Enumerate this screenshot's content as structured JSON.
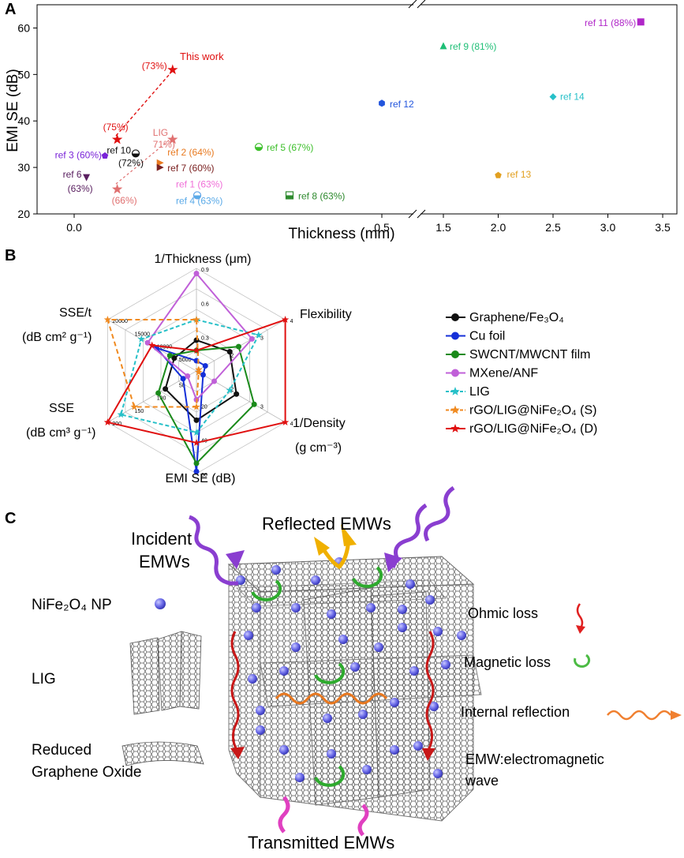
{
  "panels": {
    "a": "A",
    "b": "B",
    "c": "C"
  },
  "chart_data": [
    {
      "type": "scatter",
      "xlabel": "Thickness (mm)",
      "ylabel": "EMI SE (dB)",
      "ylim": [
        20,
        65
      ],
      "y_ticks": [
        "20",
        "30",
        "40",
        "50",
        "60"
      ],
      "x_ticks_left": [
        "0.0",
        "0.5"
      ],
      "x_ticks_right": [
        "1.5",
        "2.0",
        "2.5",
        "3.0",
        "3.5"
      ],
      "x_break": true,
      "points": [
        {
          "label": "ref 11 (88%)",
          "x": 3.3,
          "y": 61.3,
          "color": "#b026c8",
          "marker": "square"
        },
        {
          "label": "ref 9 (81%)",
          "x": 1.5,
          "y": 56.2,
          "color": "#1fbf76",
          "marker": "triangle"
        },
        {
          "label": "ref 14",
          "x": 2.5,
          "y": 45.2,
          "color": "#27c0c8",
          "marker": "diamond"
        },
        {
          "label": "ref 12",
          "x": 0.5,
          "y": 43.8,
          "color": "#2255dd",
          "marker": "hexagon"
        },
        {
          "label": "ref 13",
          "x": 2.0,
          "y": 28.3,
          "color": "#e2a020",
          "marker": "pentagon"
        },
        {
          "label": "ref 5 (67%)",
          "x": 0.3,
          "y": 34.4,
          "color": "#3cbf2a",
          "marker": "half-circle"
        },
        {
          "label": "ref 8 (63%)",
          "x": 0.35,
          "y": 24.0,
          "color": "#2e8a2e",
          "marker": "half-square"
        },
        {
          "label": "ref 3 (60%)",
          "x": 0.05,
          "y": 32.5,
          "color": "#7a24d8",
          "marker": "pentagon"
        },
        {
          "label": "ref 6",
          "sublabel": "(63%)",
          "x": 0.02,
          "y": 27.8,
          "color": "#5a2060",
          "marker": "triangle-down"
        },
        {
          "label": "ref 10",
          "sublabel": "(72%)",
          "x": 0.1,
          "y": 33.0,
          "color": "#111111",
          "marker": "half-circle"
        },
        {
          "label": "ref 2 (64%)",
          "x": 0.14,
          "y": 31.0,
          "color": "#e87a20",
          "marker": "triangle-right"
        },
        {
          "label": "ref 7 (60%)",
          "x": 0.14,
          "y": 30.0,
          "color": "#7a2020",
          "marker": "triangle-right"
        },
        {
          "label": "ref 1 (63%)",
          "x": 0.2,
          "y": 24.0,
          "color": "#f070d8",
          "marker": "half-circle"
        },
        {
          "label": "ref 4 (63%)",
          "x": 0.2,
          "y": 24.0,
          "color": "#5aaae8",
          "marker": "half-circle"
        },
        {
          "label": "LIG",
          "sublabel": "71%)",
          "x": 0.16,
          "y": 36.0,
          "color": "#e07070",
          "marker": "star"
        },
        {
          "label": "(66%)",
          "x": 0.07,
          "y": 25.3,
          "color": "#e07070",
          "marker": "star"
        },
        {
          "label": "(75%)",
          "x": 0.07,
          "y": 36.0,
          "color": "#e01010",
          "marker": "star"
        },
        {
          "label": "(73%)",
          "x": 0.16,
          "y": 51.0,
          "color": "#e01010",
          "marker": "star"
        }
      ],
      "annotations": [
        "This work"
      ]
    },
    {
      "type": "radar",
      "axes": [
        "1/Thickness (μm)",
        "Flexibility",
        "1/Density",
        "(g cm⁻³)",
        "EMI SE (dB)",
        "SSE",
        "(dB cm³ g⁻¹)",
        "SSE/t",
        "(dB cm² g⁻¹)"
      ],
      "axis_ticks": {
        "thickness": [
          "0.3",
          "0.6",
          "0.9"
        ],
        "flexibility": [
          "2",
          "3",
          "4"
        ],
        "density": [
          "2",
          "3",
          "4"
        ],
        "emi": [
          "20",
          "40",
          "60"
        ],
        "sse": [
          "50",
          "100",
          "150",
          "200"
        ],
        "sset": [
          "5000",
          "10000",
          "15000",
          "20000"
        ]
      },
      "series": [
        {
          "name": "Graphene/Fe₃O₄",
          "color": "#111111",
          "marker": "circle",
          "values": [
            0.3,
            1.5,
            1.8,
            0.48,
            0.35,
            0.25
          ]
        },
        {
          "name": "Cu foil",
          "color": "#1530d8",
          "marker": "circle",
          "values": [
            0.1,
            0.4,
            0.3,
            0.98,
            0.15,
            0.45
          ]
        },
        {
          "name": "SWCNT/MWCNT film",
          "color": "#1a8a1a",
          "marker": "circle",
          "values": [
            0.2,
            1.9,
            2.6,
            0.9,
            0.43,
            0.3
          ]
        },
        {
          "name": "MXene/ANF",
          "color": "#c060d8",
          "marker": "circle",
          "values": [
            0.95,
            2.5,
            0.8,
            0.28,
            0.1,
            0.55
          ]
        },
        {
          "name": "LIG",
          "color": "#27c0c8",
          "marker": "star",
          "values": [
            0.5,
            2.8,
            1.5,
            0.6,
            0.85,
            0.62
          ]
        },
        {
          "name": "rGO/LIG@NiFe₂O₄ (S)",
          "color": "#f08a20",
          "marker": "star",
          "values": [
            0.5,
            0.1,
            0.1,
            0.35,
            0.7,
            1.0
          ]
        },
        {
          "name": "rGO/LIG@NiFe₂O₄ (D)",
          "color": "#e01010",
          "marker": "star",
          "values": [
            0.2,
            4,
            4,
            0.7,
            1.0,
            0.5
          ]
        }
      ]
    }
  ],
  "diagram": {
    "incident": [
      "Incident",
      "EMWs"
    ],
    "reflected": "Reflected EMWs",
    "transmitted": "Transmitted EMWs",
    "nife2o4": "NiFe₂O₄ NP",
    "lig": "LIG",
    "rgo": [
      "Reduced",
      "Graphene Oxide"
    ],
    "ohmic": "Ohmic loss",
    "magnetic": "Magnetic loss",
    "internal": "Internal reflection",
    "emw": [
      "EMW:electromagnetic",
      "wave"
    ]
  }
}
